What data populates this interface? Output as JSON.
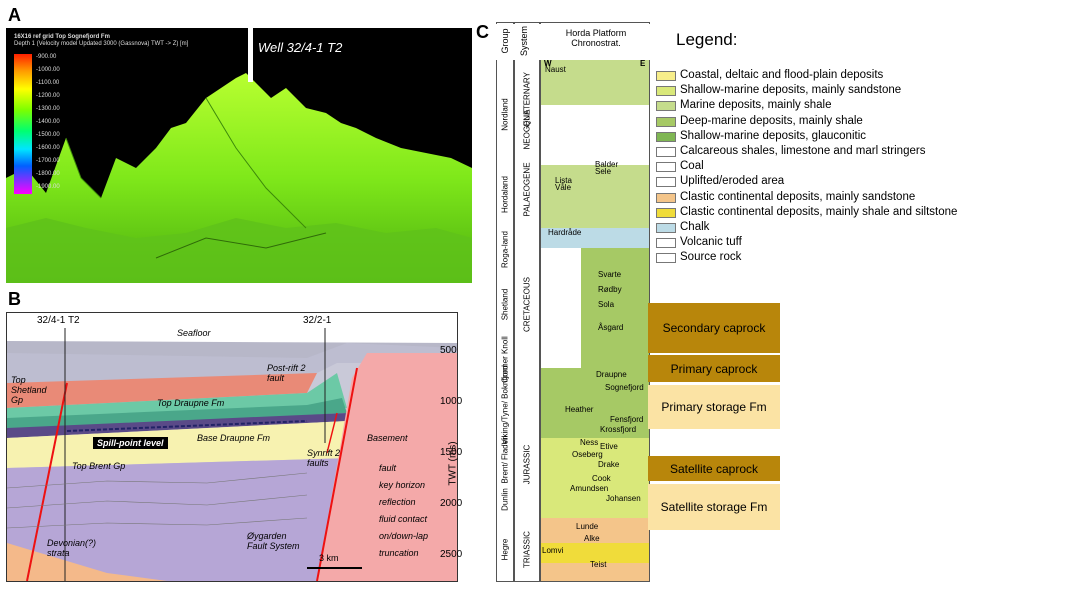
{
  "panels": {
    "a": "A",
    "b": "B",
    "c": "C"
  },
  "panel_a": {
    "header_line1": "16X16 ref grid Top Sognefjord Fm",
    "header_line2": "Depth 1 (Velocity model Updated 3000 (Gassnova) TWT -> Z) [m]",
    "well_label": "Well 32/4-1 T2",
    "scale_ticks": [
      "-900.00",
      "-1000.00",
      "-1100.00",
      "-1200.00",
      "-1300.00",
      "-1400.00",
      "-1500.00",
      "-1600.00",
      "-1700.00",
      "-1800.00",
      "-1900.00"
    ]
  },
  "panel_b": {
    "well_left": "32/4-1 T2",
    "well_right": "32/2-1",
    "seafloor": "Seafloor",
    "top_shetland": "Top Shetland Gp",
    "post_rift_fault": "Post-rift 2 fault",
    "top_draupne": "Top Draupne Fm",
    "basement": "Basement",
    "spill_point": "Spill-point level",
    "base_draupne": "Base Draupne Fm",
    "synrift_faults": "Synrift 2 faults",
    "top_brent": "Top Brent Gp",
    "devonian": "Devonian(?) strata",
    "oygarden": "Øygarden Fault System",
    "scale_bar": "3 km",
    "twt_label": "TWT (ms)",
    "twt_ticks": [
      "500",
      "1000",
      "1500",
      "2000",
      "2500"
    ],
    "legend": [
      "fault",
      "key horizon",
      "reflection",
      "fluid contact",
      "on/down-lap",
      "truncation"
    ]
  },
  "panel_c": {
    "col_headers": {
      "group": "Group",
      "system": "System",
      "chrono": "Horda Platform Chronostrat."
    },
    "west": "W",
    "east": "E",
    "groups": [
      "Nordland",
      "Hordaland",
      "Roga-land",
      "Shetland",
      "Cromer Knoll",
      "Viking/Tyne/ Boknfjord",
      "Brent/ Fladen",
      "Dunlin",
      "Hegre"
    ],
    "systems": [
      "QUATERNARY",
      "NEOGENE",
      "PALAEOGENE",
      "CRETACEOUS",
      "JURASSIC",
      "TRIASSIC"
    ],
    "formations": [
      "Naust",
      "Balder",
      "Sele",
      "Lista",
      "Våle",
      "Hardråde",
      "Svarte",
      "Rødby",
      "Sola",
      "Åsgard",
      "Draupne",
      "Sognefjord",
      "Heather",
      "Fensfjord",
      "Krossfjord",
      "Ness",
      "Etive",
      "Oseberg",
      "Drake",
      "Cook",
      "Amundsen",
      "Johansen",
      "Lunde",
      "Alke",
      "Lomvi",
      "Teist"
    ],
    "legend_title": "Legend:",
    "legend": [
      {
        "label": "Coastal, deltaic and flood-plain deposits",
        "color": "#f7ee8a"
      },
      {
        "label": "Shallow-marine deposits, mainly sandstone",
        "color": "#d9e87a"
      },
      {
        "label": "Marine deposits, mainly shale",
        "color": "#c5dc8c"
      },
      {
        "label": "Deep-marine deposits, mainly shale",
        "color": "#a6c965"
      },
      {
        "label": "Shallow-marine deposits, glauconitic",
        "color": "#7fb653"
      },
      {
        "label": "Calcareous shales, limestone and marl stringers",
        "color": "#ffffff"
      },
      {
        "label": "Coal",
        "color": "#ffffff"
      },
      {
        "label": "Uplifted/eroded area",
        "color": "#ffffff"
      },
      {
        "label": "Clastic continental deposits, mainly sandstone",
        "color": "#f4c58a"
      },
      {
        "label": "Clastic continental deposits, mainly shale and siltstone",
        "color": "#f0dc3a"
      },
      {
        "label": "Chalk",
        "color": "#bcdbe6"
      },
      {
        "label": "Volcanic tuff",
        "color": "#ffffff"
      },
      {
        "label": "Source rock",
        "color": "#ffffff"
      }
    ],
    "annotations": {
      "secondary_caprock": "Secondary caprock",
      "primary_caprock": "Primary caprock",
      "primary_storage": "Primary storage Fm",
      "satellite_caprock": "Satellite caprock",
      "satellite_storage": "Satellite storage Fm"
    },
    "caprock_color": "#b8860b",
    "storage_color": "#fbe3a4"
  }
}
